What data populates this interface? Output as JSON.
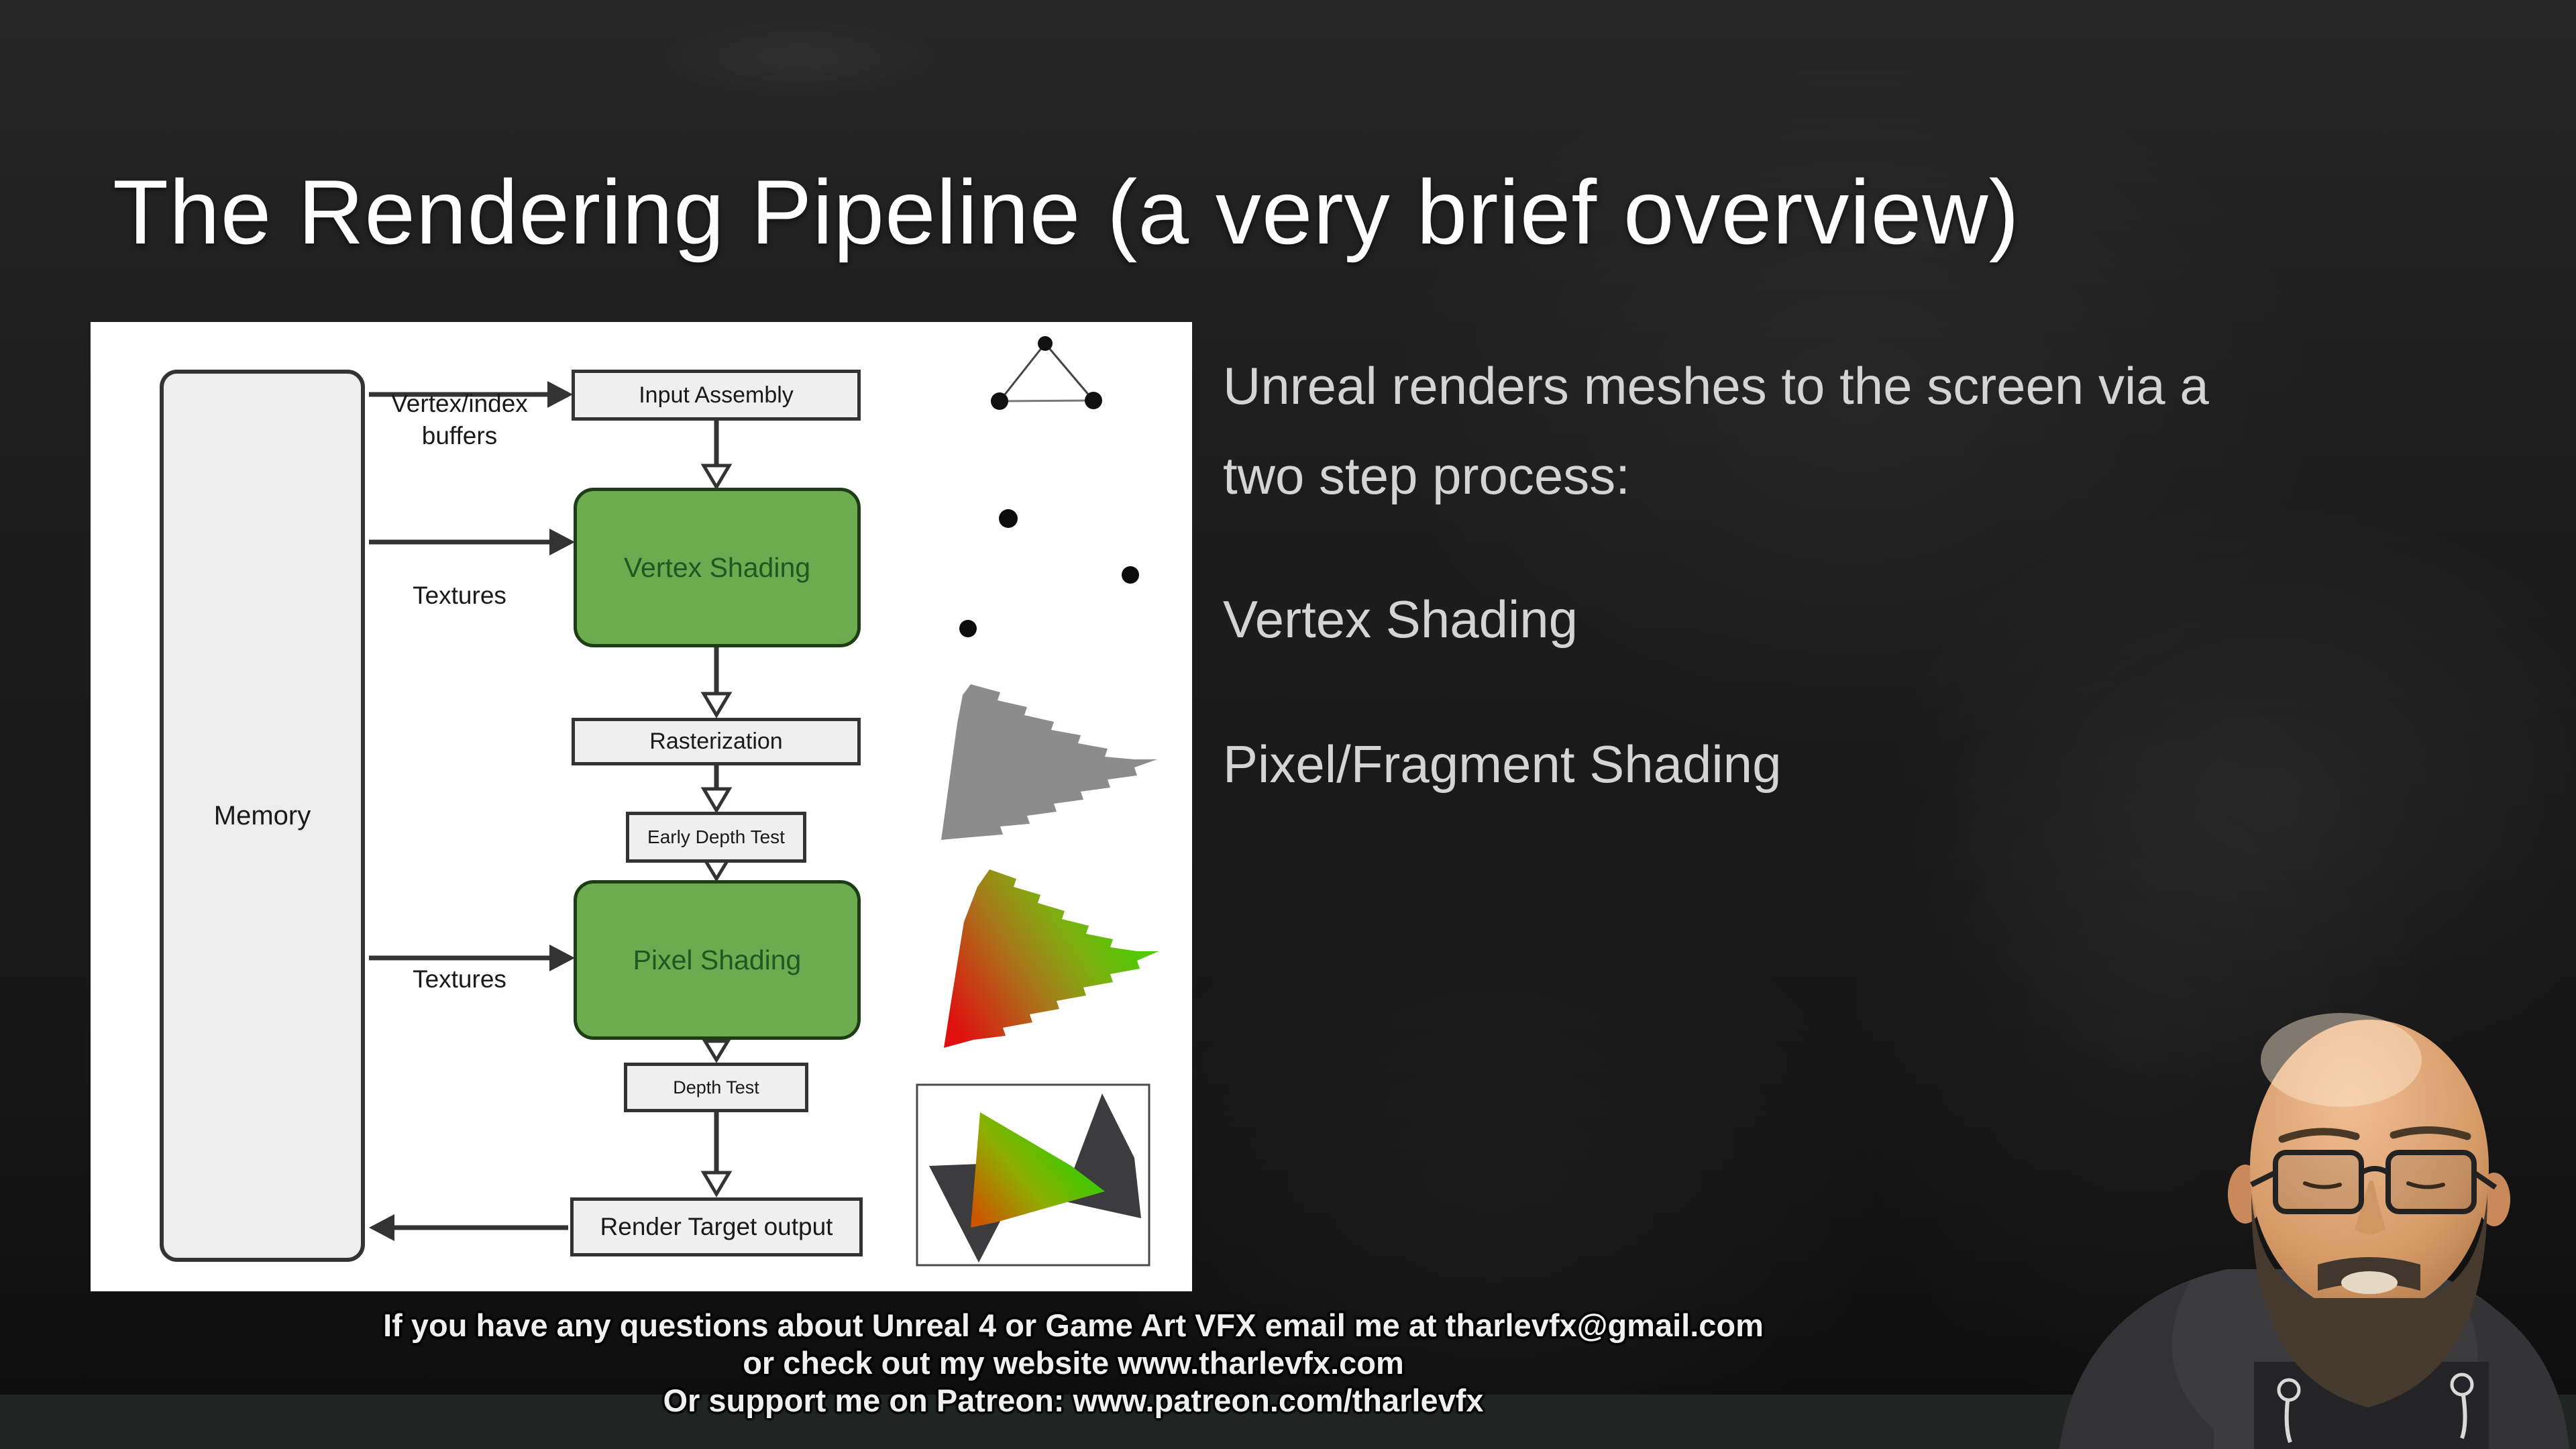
{
  "slide": {
    "title": "The Rendering Pipeline (a very brief overview)",
    "intro_line1": "Unreal renders meshes to the screen via a",
    "intro_line2": "two step process:",
    "step1": "Vertex Shading",
    "step2": "Pixel/Fragment Shading",
    "footer_line1": "If you have any questions about Unreal 4 or Game Art VFX email me at tharlevfx@gmail.com",
    "footer_line2": "or check out my website www.tharlevfx.com",
    "footer_line3": "Or support me on Patreon: www.patreon.com/tharlevfx"
  },
  "diagram": {
    "memory": "Memory",
    "input_assembly": "Input Assembly",
    "vertex_shading": "Vertex Shading",
    "rasterization": "Rasterization",
    "early_depth_test": "Early Depth Test",
    "pixel_shading": "Pixel Shading",
    "depth_test": "Depth Test",
    "render_target": "Render Target output",
    "label_vertex_index": "Vertex/index buffers",
    "label_textures_top": "Textures",
    "label_textures_bottom": "Textures",
    "colors": {
      "panel_bg": "#ffffff",
      "box_fill": "#efefef",
      "box_border": "#333333",
      "highlight_fill": "#6cab4f",
      "highlight_border": "#1f3d15",
      "highlight_text": "#1d5a21",
      "raster_gray": "#8c8c8c",
      "shade_red": "#e01010",
      "shade_green": "#3ed400"
    }
  }
}
